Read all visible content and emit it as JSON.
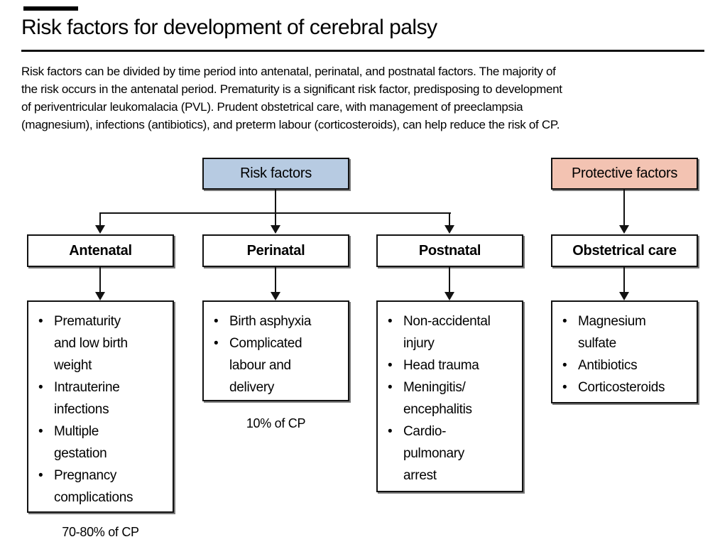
{
  "page": {
    "title": "Risk factors for development of cerebral palsy",
    "intro": "Risk factors can be divided by time period into antenatal, perinatal, and postnatal factors. The majority of\nthe risk occurs in the antenatal period. Prematurity is a significant risk factor, predisposing to development\nof periventricular leukomalacia (PVL). Prudent obstetrical care, with management of preeclampsia\n(magnesium), infections (antibiotics), and preterm labour (corticosteroids), can help reduce the risk of CP."
  },
  "diagram": {
    "bullet_glyph": "•",
    "colors": {
      "risk_factors_fill": "#b7cbe2",
      "protective_factors_fill": "#f3c3b2",
      "box_border": "#121212"
    },
    "risk_factors": {
      "label": "Risk factors"
    },
    "protective_factors": {
      "label": "Protective factors"
    },
    "columns": [
      {
        "header": "Antenatal",
        "items": [
          "Prematurity\nand low birth\nweight",
          "Intrauterine\ninfections",
          "Multiple\ngestation",
          "Pregnancy\ncomplications"
        ],
        "caption": "70-80% of CP"
      },
      {
        "header": "Perinatal",
        "items": [
          "Birth asphyxia",
          "Complicated\nlabour and\ndelivery"
        ],
        "caption": "10% of CP"
      },
      {
        "header": "Postnatal",
        "items": [
          "Non-accidental\ninjury",
          "Head trauma",
          "Meningitis/\nencephalitis",
          "Cardio-\npulmonary\narrest"
        ]
      },
      {
        "header": "Obstetrical care",
        "items": [
          "Magnesium\nsulfate",
          "Antibiotics",
          "Corticosteroids"
        ]
      }
    ]
  }
}
